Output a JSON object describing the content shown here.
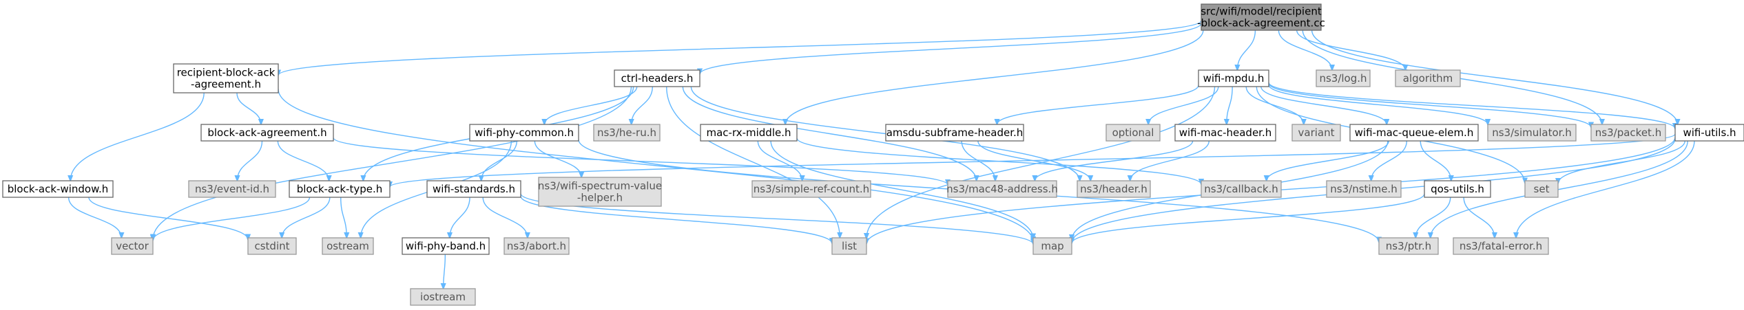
{
  "graph": {
    "nodes": [
      {
        "id": "root",
        "label": "src/wifi/model/recipient\n-block-ack-agreement.cc",
        "kind": "root"
      },
      {
        "id": "rbaa_h",
        "label": "recipient-block-ack\n-agreement.h",
        "kind": "local"
      },
      {
        "id": "ctrl_headers",
        "label": "ctrl-headers.h",
        "kind": "local"
      },
      {
        "id": "mac_rx_middle",
        "label": "mac-rx-middle.h",
        "kind": "local"
      },
      {
        "id": "wifi_mpdu",
        "label": "wifi-mpdu.h",
        "kind": "local"
      },
      {
        "id": "ns3_log",
        "label": "ns3/log.h",
        "kind": "system"
      },
      {
        "id": "algorithm",
        "label": "algorithm",
        "kind": "system"
      },
      {
        "id": "wifi_utils",
        "label": "wifi-utils.h",
        "kind": "local"
      },
      {
        "id": "block_ack_agreement",
        "label": "block-ack-agreement.h",
        "kind": "local"
      },
      {
        "id": "block_ack_window",
        "label": "block-ack-window.h",
        "kind": "local"
      },
      {
        "id": "wifi_phy_common",
        "label": "wifi-phy-common.h",
        "kind": "local"
      },
      {
        "id": "ns3_he_ru",
        "label": "ns3/he-ru.h",
        "kind": "system"
      },
      {
        "id": "amsdu",
        "label": "amsdu-subframe-header.h",
        "kind": "local"
      },
      {
        "id": "optional",
        "label": "optional",
        "kind": "system"
      },
      {
        "id": "wifi_mac_header",
        "label": "wifi-mac-header.h",
        "kind": "local"
      },
      {
        "id": "variant",
        "label": "variant",
        "kind": "system"
      },
      {
        "id": "wifi_mac_queue_elem",
        "label": "wifi-mac-queue-elem.h",
        "kind": "local"
      },
      {
        "id": "ns3_simulator",
        "label": "ns3/simulator.h",
        "kind": "system"
      },
      {
        "id": "ns3_packet",
        "label": "ns3/packet.h",
        "kind": "system"
      },
      {
        "id": "ns3_event_id",
        "label": "ns3/event-id.h",
        "kind": "system"
      },
      {
        "id": "block_ack_type",
        "label": "block-ack-type.h",
        "kind": "local"
      },
      {
        "id": "wifi_standards",
        "label": "wifi-standards.h",
        "kind": "local"
      },
      {
        "id": "ns3_spectrum",
        "label": "ns3/wifi-spectrum-value\n-helper.h",
        "kind": "system"
      },
      {
        "id": "ns3_simple_ref",
        "label": "ns3/simple-ref-count.h",
        "kind": "system"
      },
      {
        "id": "ns3_mac48",
        "label": "ns3/mac48-address.h",
        "kind": "system"
      },
      {
        "id": "ns3_header",
        "label": "ns3/header.h",
        "kind": "system"
      },
      {
        "id": "ns3_callback",
        "label": "ns3/callback.h",
        "kind": "system"
      },
      {
        "id": "ns3_nstime",
        "label": "ns3/nstime.h",
        "kind": "system"
      },
      {
        "id": "qos_utils",
        "label": "qos-utils.h",
        "kind": "local"
      },
      {
        "id": "set",
        "label": "set",
        "kind": "system"
      },
      {
        "id": "vector",
        "label": "vector",
        "kind": "system"
      },
      {
        "id": "cstdint",
        "label": "cstdint",
        "kind": "system"
      },
      {
        "id": "ostream",
        "label": "ostream",
        "kind": "system"
      },
      {
        "id": "wifi_phy_band",
        "label": "wifi-phy-band.h",
        "kind": "local"
      },
      {
        "id": "ns3_abort",
        "label": "ns3/abort.h",
        "kind": "system"
      },
      {
        "id": "list",
        "label": "list",
        "kind": "system"
      },
      {
        "id": "map",
        "label": "map",
        "kind": "system"
      },
      {
        "id": "ns3_ptr",
        "label": "ns3/ptr.h",
        "kind": "system"
      },
      {
        "id": "ns3_fatal",
        "label": "ns3/fatal-error.h",
        "kind": "system"
      },
      {
        "id": "iostream",
        "label": "iostream",
        "kind": "system"
      }
    ],
    "edges": [
      [
        "root",
        "rbaa_h"
      ],
      [
        "root",
        "ctrl_headers"
      ],
      [
        "root",
        "mac_rx_middle"
      ],
      [
        "root",
        "wifi_mpdu"
      ],
      [
        "root",
        "ns3_log"
      ],
      [
        "root",
        "algorithm"
      ],
      [
        "root",
        "wifi_utils"
      ],
      [
        "root",
        "ns3_packet"
      ],
      [
        "rbaa_h",
        "block_ack_agreement"
      ],
      [
        "rbaa_h",
        "block_ack_window"
      ],
      [
        "rbaa_h",
        "map"
      ],
      [
        "ctrl_headers",
        "wifi_phy_common"
      ],
      [
        "ctrl_headers",
        "ns3_he_ru"
      ],
      [
        "ctrl_headers",
        "block_ack_type"
      ],
      [
        "ctrl_headers",
        "ns3_mac48"
      ],
      [
        "ctrl_headers",
        "ns3_header"
      ],
      [
        "ctrl_headers",
        "vector"
      ],
      [
        "ctrl_headers",
        "list"
      ],
      [
        "mac_rx_middle",
        "ns3_callback"
      ],
      [
        "mac_rx_middle",
        "ns3_simple_ref"
      ],
      [
        "mac_rx_middle",
        "map"
      ],
      [
        "wifi_mpdu",
        "amsdu"
      ],
      [
        "wifi_mpdu",
        "optional"
      ],
      [
        "wifi_mpdu",
        "wifi_mac_header"
      ],
      [
        "wifi_mpdu",
        "variant"
      ],
      [
        "wifi_mpdu",
        "wifi_mac_queue_elem"
      ],
      [
        "wifi_mpdu",
        "ns3_simulator"
      ],
      [
        "wifi_mpdu",
        "ns3_packet"
      ],
      [
        "wifi_mpdu",
        "wifi_utils"
      ],
      [
        "wifi_mpdu",
        "set"
      ],
      [
        "wifi_mpdu",
        "list"
      ],
      [
        "wifi_utils",
        "block_ack_type"
      ],
      [
        "wifi_utils",
        "ns3_fatal"
      ],
      [
        "wifi_utils",
        "ns3_ptr"
      ],
      [
        "wifi_utils",
        "set"
      ],
      [
        "wifi_utils",
        "list"
      ],
      [
        "wifi_utils",
        "map"
      ],
      [
        "block_ack_agreement",
        "ns3_event_id"
      ],
      [
        "block_ack_agreement",
        "block_ack_type"
      ],
      [
        "block_ack_agreement",
        "ns3_mac48"
      ],
      [
        "block_ack_window",
        "vector"
      ],
      [
        "block_ack_window",
        "cstdint"
      ],
      [
        "wifi_phy_common",
        "wifi_standards"
      ],
      [
        "wifi_phy_common",
        "ns3_spectrum"
      ],
      [
        "wifi_phy_common",
        "ostream"
      ],
      [
        "wifi_phy_common",
        "ns3_ptr"
      ],
      [
        "amsdu",
        "ns3_mac48"
      ],
      [
        "amsdu",
        "ns3_header"
      ],
      [
        "wifi_mac_header",
        "ns3_mac48"
      ],
      [
        "wifi_mac_header",
        "ns3_header"
      ],
      [
        "wifi_mac_queue_elem",
        "ns3_callback"
      ],
      [
        "wifi_mac_queue_elem",
        "ns3_nstime"
      ],
      [
        "wifi_mac_queue_elem",
        "qos_utils"
      ],
      [
        "wifi_mac_queue_elem",
        "map"
      ],
      [
        "block_ack_type",
        "vector"
      ],
      [
        "block_ack_type",
        "cstdint"
      ],
      [
        "block_ack_type",
        "ostream"
      ],
      [
        "wifi_standards",
        "wifi_phy_band"
      ],
      [
        "wifi_standards",
        "ns3_abort"
      ],
      [
        "wifi_standards",
        "map"
      ],
      [
        "wifi_standards",
        "list"
      ],
      [
        "wifi_phy_band",
        "iostream"
      ],
      [
        "qos_utils",
        "ns3_fatal"
      ],
      [
        "qos_utils",
        "ns3_ptr"
      ],
      [
        "qos_utils",
        "map"
      ]
    ]
  }
}
